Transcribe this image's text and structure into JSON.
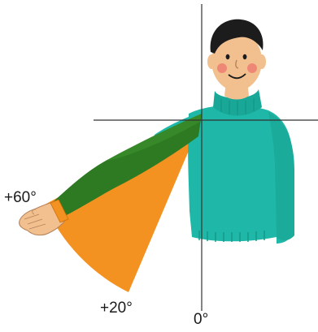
{
  "diagram": {
    "angle_labels": {
      "plus_60": "+60°",
      "plus_20": "+20°",
      "zero": "0°"
    },
    "colors": {
      "sweep_sector": "#f39220",
      "sweater": "#1fb8a8",
      "sweater_shade": "#129686",
      "arm_sleeve": "#2d7a22",
      "skin": "#f2c08e",
      "cheek": "#ef7d73",
      "hair": "#1c1c1c",
      "axis_lines": "#333333"
    },
    "icons": [
      "person-illustration",
      "raised-arm",
      "hand"
    ]
  }
}
